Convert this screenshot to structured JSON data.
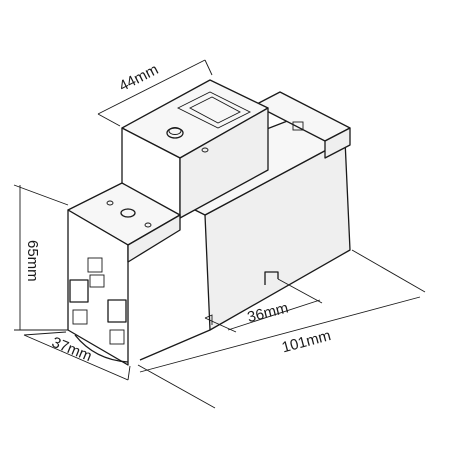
{
  "dimensions": {
    "width_top": "44mm",
    "height": "65mm",
    "depth_front": "37mm",
    "length": "101mm",
    "rail_width": "36mm"
  }
}
